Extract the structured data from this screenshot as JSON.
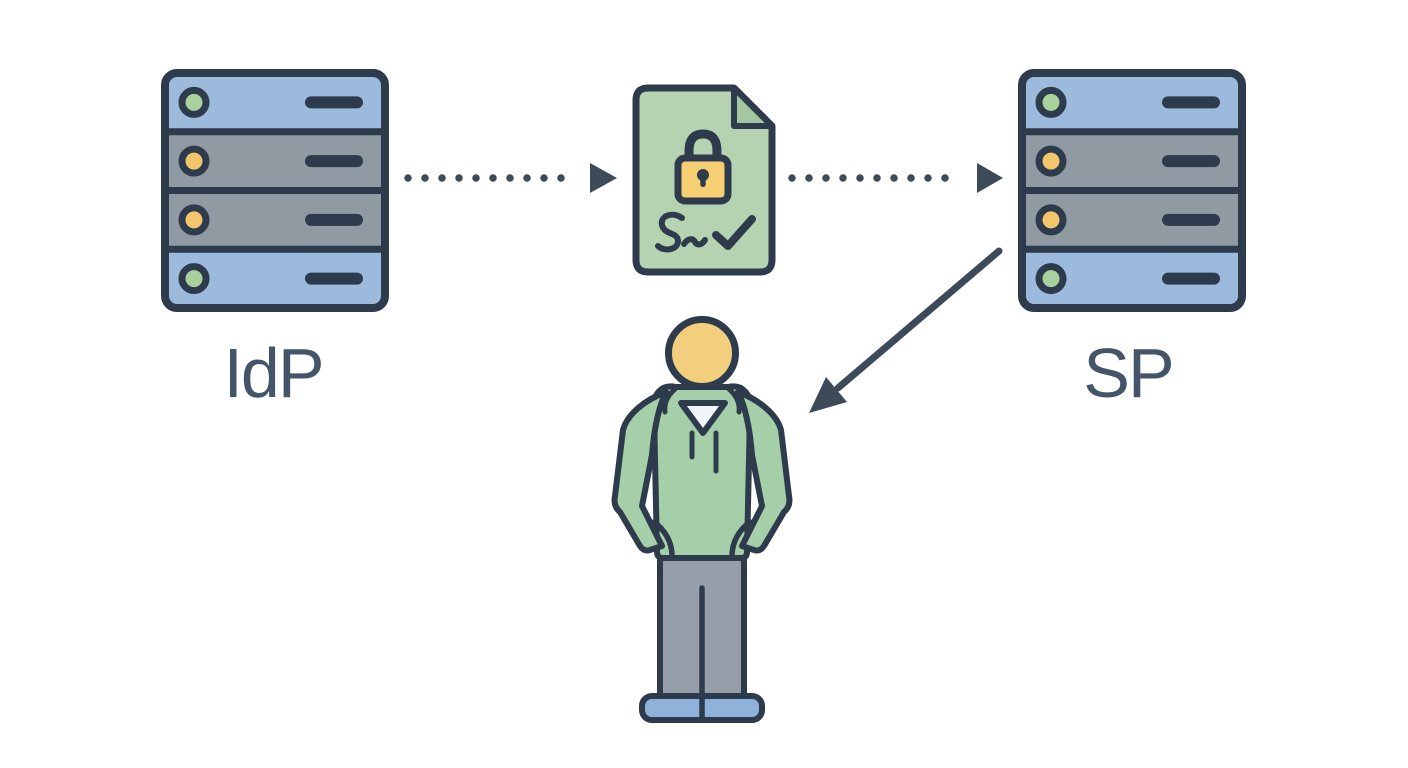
{
  "diagram": {
    "background_color": "#ffffff",
    "nodes": {
      "idp": {
        "label": "IdP",
        "icon": "server-rack-icon"
      },
      "assertion": {
        "icon": "signed-lock-document-icon"
      },
      "sp": {
        "label": "SP",
        "icon": "server-rack-icon"
      },
      "user": {
        "icon": "hoodie-person-icon"
      }
    },
    "edges": [
      {
        "from": "idp",
        "to": "assertion",
        "style": "dotted-arrow",
        "direction": "right"
      },
      {
        "from": "assertion",
        "to": "sp",
        "style": "dotted-arrow",
        "direction": "right"
      },
      {
        "from": "sp",
        "to": "user",
        "style": "solid-arrow",
        "direction": "down-left"
      }
    ],
    "colors": {
      "outline": "#2e3b4c",
      "arrow": "#3c4a59",
      "server_blue": "#9cbbdc",
      "server_gray": "#8f9aa3",
      "led_green": "#a8d19d",
      "led_yellow": "#f3c56c",
      "document_green": "#b5d3b0",
      "document_fold_green": "#a4c79f",
      "lock_yellow": "#f6cf73",
      "skin_yellow": "#f3cf7d",
      "hoodie_green": "#a5cfa8",
      "pants_gray": "#959ea9",
      "shoes_blue": "#8eb2da",
      "label_text": "#44556a"
    }
  }
}
